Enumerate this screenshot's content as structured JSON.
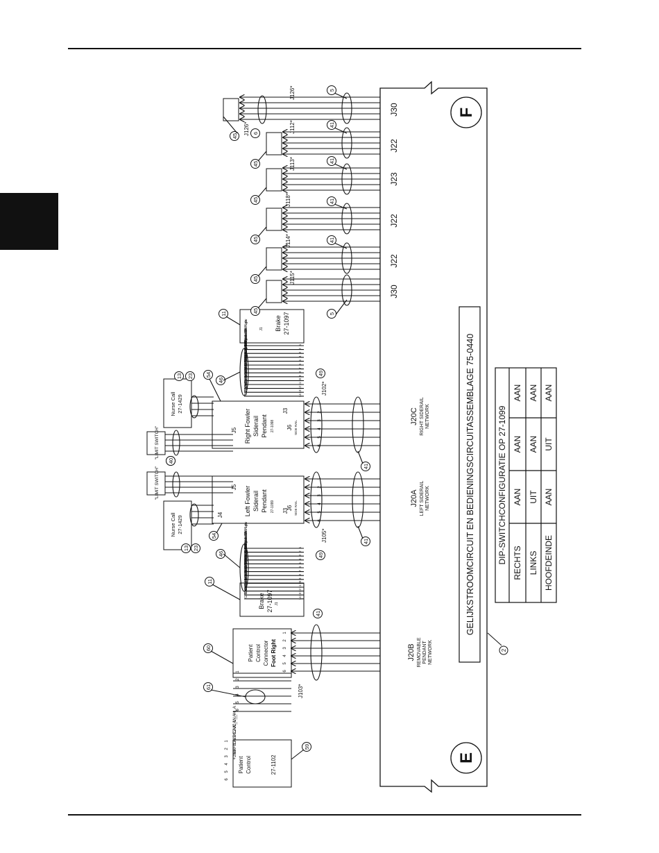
{
  "page": {
    "tab_color": "#111111"
  },
  "board": {
    "title": "GELIJKSTROOMCIRCUIT EN BEDIENINGSCIRCUITASSEMBLAGE 75-0440",
    "end_e": "E",
    "end_f": "F",
    "callout": "2",
    "connectors": [
      {
        "label": "J30",
        "sub": []
      },
      {
        "label": "J22",
        "sub": []
      },
      {
        "label": "J23",
        "sub": []
      },
      {
        "label": "J22",
        "sub": []
      },
      {
        "label": "J22",
        "sub": []
      },
      {
        "label": "J30",
        "sub": []
      },
      {
        "label": "J20C",
        "sub": [
          "RIGHT SIDERAIL",
          "NETWORK"
        ]
      },
      {
        "label": "J20A",
        "sub": [
          "LEFT SIDERAIL",
          "NETWORK"
        ]
      },
      {
        "label": "J20B",
        "sub": [
          "REMOVABLE",
          "PENDANT",
          "NETWORK"
        ]
      }
    ]
  },
  "dip_table": {
    "title": "DIP-SWITCHCONFIGURATIE OP 27-1099",
    "rows": [
      {
        "name": "RECHTS",
        "values": [
          "AAN",
          "AAN",
          "AAN"
        ]
      },
      {
        "name": "LINKS",
        "values": [
          "UIT",
          "AAN",
          "AAN"
        ]
      },
      {
        "name": "HOOFDEINDE",
        "values": [
          "AAN",
          "UIT",
          "AAN"
        ]
      }
    ]
  },
  "top_connectors": [
    {
      "jack": "J126*",
      "cable": "J126*",
      "bubble": "5",
      "box": "45",
      "tie": "6"
    },
    {
      "jack": "J112*",
      "bubble": "41",
      "box": "45"
    },
    {
      "jack": "J113*",
      "bubble": "41",
      "box": "45"
    },
    {
      "jack": "J118*",
      "bubble": "41",
      "box": "45"
    },
    {
      "jack": "J114*",
      "bubble": "41",
      "box": "45"
    },
    {
      "jack": "J115*",
      "bubble": "5",
      "box": "45"
    }
  ],
  "right_side": {
    "brake": {
      "title": "Brake",
      "part": "27-1097",
      "bubble": "11",
      "j": "J1"
    },
    "pendant": {
      "lines": [
        "Right Fowler",
        "Siderail",
        "Pendant"
      ],
      "part": "27-1098",
      "bubble": "54",
      "j3": "J3",
      "j5": "J5",
      "j6": "J6",
      "j6sub": "SIDE RAIL"
    },
    "nurse": {
      "lines": [
        "Nurse Call",
        "27-1429"
      ],
      "bubble": "13",
      "tie": "23"
    },
    "limit": {
      "label": "\"LIMIT SWITCH\"",
      "bubble": "40"
    },
    "harness_bubble": "46",
    "net_bubble": "49",
    "jack": "J102*",
    "net_tie": "41"
  },
  "left_side": {
    "brake": {
      "title": "Brake",
      "part": "27-1097",
      "bubble": "11",
      "j": "J1"
    },
    "pendant": {
      "lines": [
        "Left Fowler",
        "Siderail",
        "Pendant"
      ],
      "part": "27-1099",
      "bubble": "54",
      "j3": "J3",
      "j4": "J4",
      "j5": "J5",
      "j6": "J6",
      "j6sub": "SIDE RAIL"
    },
    "nurse": {
      "lines": [
        "Nurse Call",
        "27-1429"
      ],
      "bubble": "13",
      "tie": "23"
    },
    "limit": {
      "label": "\"LIMIT SWITCH\"",
      "bubble": "40"
    },
    "harness_bubble": "46",
    "net_bubble": "49",
    "jack": "J105*",
    "net_tie": "41"
  },
  "patient_control_connector": {
    "lines": [
      "Patient",
      "Control",
      "Connector",
      "Foot Right"
    ],
    "bubble": "60",
    "pins_a": [
      "1",
      "2",
      "3",
      "4",
      "5",
      "6"
    ],
    "pins_b": [
      "1",
      "2",
      "3",
      "4",
      "5",
      "6"
    ],
    "net_tie": "41"
  },
  "patient_control": {
    "lines": [
      "Patient",
      "Control",
      "",
      "27-1102"
    ],
    "bubble": "59",
    "cable_bubble": "61",
    "jack": "J103*",
    "signals": [
      "CAN_H_A",
      "CAN_L_A",
      "+12V",
      "\"GND\"",
      "\"SAFE A\"",
      "+24V"
    ],
    "pins": [
      "1",
      "2",
      "3",
      "4",
      "5",
      "6"
    ]
  },
  "brake_wires": [
    "+5V",
    "Left Brake SW Low",
    "Right Brake SW High",
    "Brake SW Leftside",
    "Brake SW Rightside",
    "Brake LED Brake",
    "Brake LED Reset",
    "Brake SW Low",
    "Brake SW High",
    "Brake LED Right",
    "Brake LED Left",
    "Brake Left Red",
    "Brake Left Green",
    "GROUND"
  ],
  "net_pins": [
    "1",
    "2",
    "3",
    "4",
    "5",
    "6"
  ]
}
